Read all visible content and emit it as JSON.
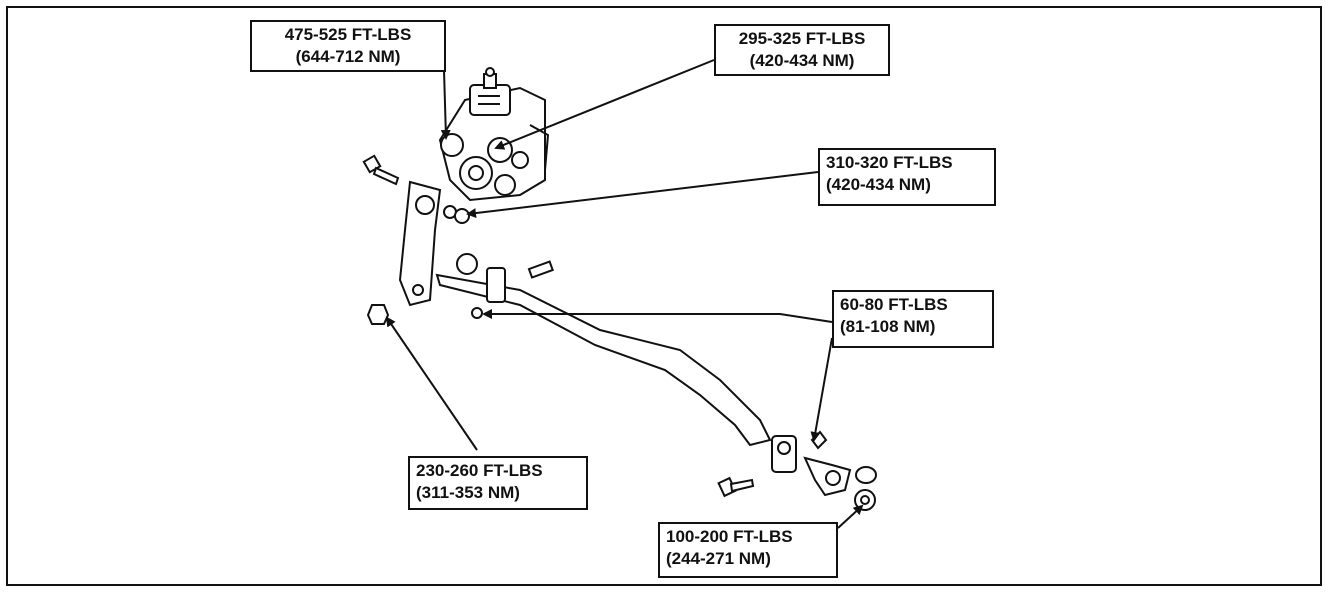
{
  "callouts": {
    "pitman_arm_nut": {
      "line1": "475-525 FT-LBS",
      "line2": "(644-712 NM)"
    },
    "gear_mount_bolt": {
      "line1": "295-325 FT-LBS",
      "line2": "(420-434 NM)"
    },
    "sector_shaft_nut": {
      "line1": "310-320 FT-LBS",
      "line2": "(420-434 NM)"
    },
    "tie_rod_clamp": {
      "line1": "60-80 FT-LBS",
      "line2": "(81-108 NM)"
    },
    "drag_link_nut": {
      "line1": "230-260 FT-LBS",
      "line2": "(311-353 NM)"
    },
    "ball_stud_nut": {
      "line1": "100-200 FT-LBS",
      "line2": "(244-271 NM)"
    }
  }
}
